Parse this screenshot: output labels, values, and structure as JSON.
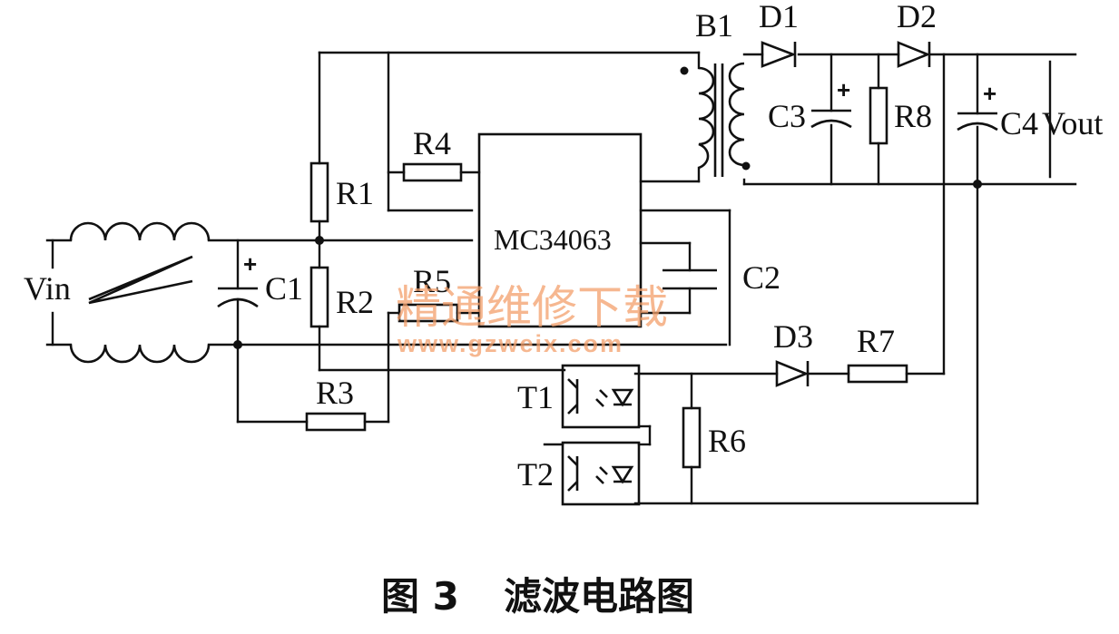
{
  "labels": {
    "b1": "B1",
    "d1": "D1",
    "d2": "D2",
    "d3": "D3",
    "r1": "R1",
    "r2": "R2",
    "r3": "R3",
    "r4": "R4",
    "r5": "R5",
    "r6": "R6",
    "r7": "R7",
    "r8": "R8",
    "c1": "C1",
    "c2": "C2",
    "c3": "C3",
    "c4": "C4",
    "t1": "T1",
    "t2": "T2",
    "vin": "Vin",
    "vout": "Vout",
    "ic": "MC34063"
  },
  "watermark": {
    "line1": "精通维修下载",
    "line2": "www.gzweix.com"
  },
  "caption": {
    "figure": "图 3",
    "title": "滤波电路图"
  },
  "colors": {
    "ink": "#111111",
    "watermark": "#f3a06c"
  }
}
